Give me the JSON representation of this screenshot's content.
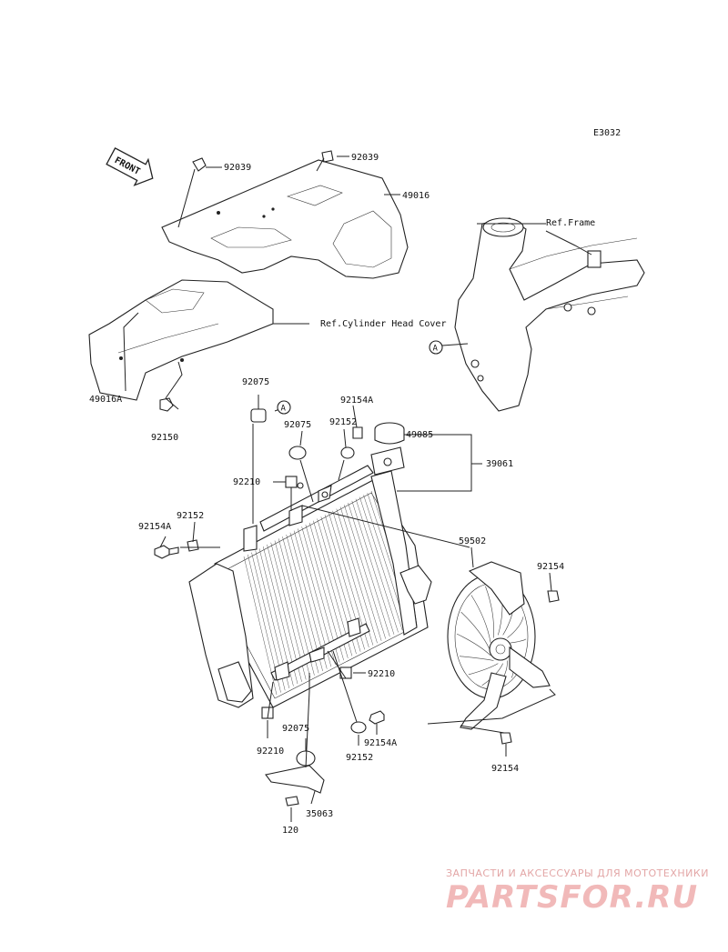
{
  "diagram": {
    "code": "E3032",
    "front_label": "FRONT",
    "ref_frame": "Ref.Frame",
    "ref_head_cover": "Ref.Cylinder Head Cover",
    "callout_a": "A",
    "parts": [
      {
        "id": "p1",
        "label": "92039"
      },
      {
        "id": "p2",
        "label": "92039"
      },
      {
        "id": "p3",
        "label": "49016"
      },
      {
        "id": "p4",
        "label": "49016A"
      },
      {
        "id": "p5",
        "label": "92150"
      },
      {
        "id": "p6",
        "label": "92075"
      },
      {
        "id": "p7",
        "label": "92075"
      },
      {
        "id": "p8",
        "label": "92154A"
      },
      {
        "id": "p9",
        "label": "92152"
      },
      {
        "id": "p10",
        "label": "49085"
      },
      {
        "id": "p11",
        "label": "39061"
      },
      {
        "id": "p12",
        "label": "92210"
      },
      {
        "id": "p13",
        "label": "92154A"
      },
      {
        "id": "p14",
        "label": "92152"
      },
      {
        "id": "p15",
        "label": "59502"
      },
      {
        "id": "p16",
        "label": "92154"
      },
      {
        "id": "p17",
        "label": "92210"
      },
      {
        "id": "p18",
        "label": "92075"
      },
      {
        "id": "p19",
        "label": "92210"
      },
      {
        "id": "p20",
        "label": "92152"
      },
      {
        "id": "p21",
        "label": "92154A"
      },
      {
        "id": "p22",
        "label": "92154"
      },
      {
        "id": "p23",
        "label": "35063"
      },
      {
        "id": "p24",
        "label": "120"
      }
    ]
  },
  "watermark": {
    "subtitle": "ЗАПЧАСТИ И АКСЕССУАРЫ ДЛЯ МОТОТЕХНИКИ",
    "logo": "PARTSFOR.RU"
  }
}
